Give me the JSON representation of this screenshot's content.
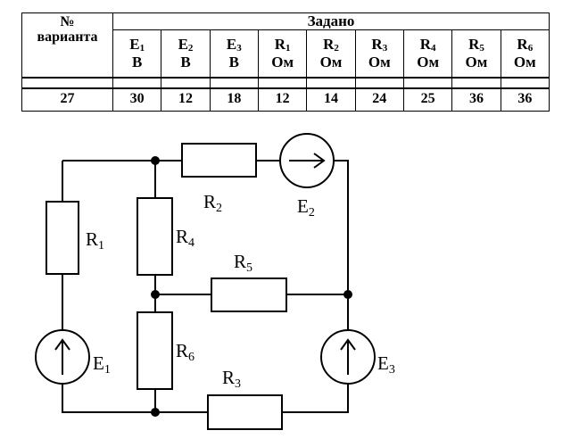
{
  "table": {
    "variant_label": "№\nварианта",
    "group_header": "Задано",
    "columns": [
      {
        "sym": "E",
        "sub": "1",
        "unit": "В"
      },
      {
        "sym": "E",
        "sub": "2",
        "unit": "В"
      },
      {
        "sym": "E",
        "sub": "3",
        "unit": "В"
      },
      {
        "sym": "R",
        "sub": "1",
        "unit": "Ом"
      },
      {
        "sym": "R",
        "sub": "2",
        "unit": "Ом"
      },
      {
        "sym": "R",
        "sub": "3",
        "unit": "Ом"
      },
      {
        "sym": "R",
        "sub": "4",
        "unit": "Ом"
      },
      {
        "sym": "R",
        "sub": "5",
        "unit": "Ом"
      },
      {
        "sym": "R",
        "sub": "6",
        "unit": "Ом"
      }
    ],
    "variant": "27",
    "values": [
      "30",
      "12",
      "18",
      "12",
      "14",
      "24",
      "25",
      "36",
      "36"
    ]
  },
  "circuit": {
    "labels": {
      "R1": {
        "sym": "R",
        "sub": "1"
      },
      "R2": {
        "sym": "R",
        "sub": "2"
      },
      "R3": {
        "sym": "R",
        "sub": "3"
      },
      "R4": {
        "sym": "R",
        "sub": "4"
      },
      "R5": {
        "sym": "R",
        "sub": "5"
      },
      "R6": {
        "sym": "R",
        "sub": "6"
      },
      "E1": {
        "sym": "E",
        "sub": "1"
      },
      "E2": {
        "sym": "E",
        "sub": "2"
      },
      "E3": {
        "sym": "E",
        "sub": "3"
      }
    }
  }
}
